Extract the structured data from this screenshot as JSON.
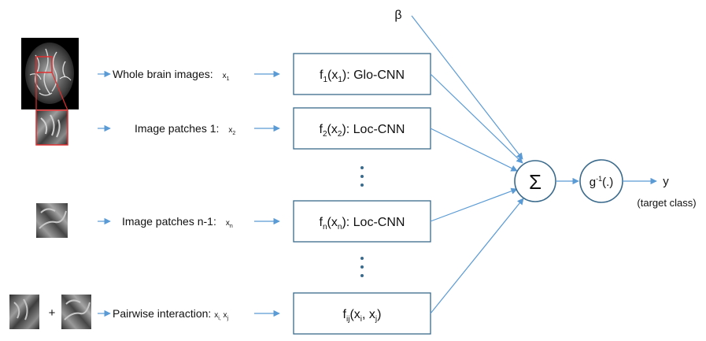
{
  "beta": "β",
  "rows": [
    {
      "label": "Whole brain images:",
      "var": "x",
      "var_sub": "1",
      "func_pre": "f",
      "func_sub": "1",
      "func_arg_pre": "(x",
      "func_arg_sub": "1",
      "func_post": "): Glo-CNN"
    },
    {
      "label": "Image patches 1:",
      "var": "x",
      "var_sub": "2",
      "func_pre": "f",
      "func_sub": "2",
      "func_arg_pre": "(x",
      "func_arg_sub": "2",
      "func_post": "): Loc-CNN"
    },
    {
      "label": "Image patches n-1:",
      "var": "x",
      "var_sub": "n",
      "func_pre": "f",
      "func_sub": "n",
      "func_arg_pre": "(x",
      "func_arg_sub": "n",
      "func_post": "): Loc-CNN"
    },
    {
      "label": "Pairwise interaction:",
      "var": "x",
      "var_sub": "i,",
      "var2": " x",
      "var2_sub": "j",
      "func_pre": "f",
      "func_sub": "ij",
      "func_arg_pre": "(x",
      "func_arg_sub": "i",
      "func_mid": ", x",
      "func_mid_sub": "j",
      "func_post": ")"
    }
  ],
  "plus": "+",
  "sum_symbol": "Σ",
  "link_pre": "g",
  "link_sup": "-1",
  "link_post": "(.)",
  "output": "y",
  "output_note": "(target class)",
  "colors": {
    "arrow": "#5b9bd5",
    "box_stroke": "#3a6a8c",
    "highlight": "#e03030"
  }
}
